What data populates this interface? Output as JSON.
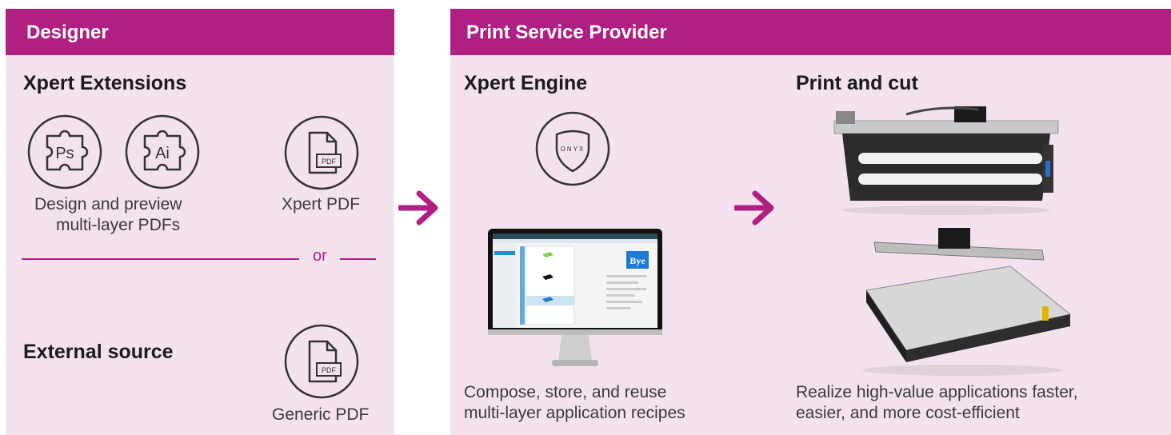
{
  "designer": {
    "header": "Designer",
    "xpert_extensions": {
      "title": "Xpert Extensions",
      "ps_icon_label": "Ps",
      "ai_icon_label": "Ai",
      "caption_line1": "Design and preview",
      "caption_line2": "multi-layer PDFs",
      "pdf_icon_label": "PDF",
      "pdf_caption": "Xpert PDF"
    },
    "divider_text": "or",
    "external_source": {
      "title": "External source",
      "pdf_icon_label": "PDF",
      "pdf_caption": "Generic PDF"
    }
  },
  "print_service_provider": {
    "header": "Print Service Provider",
    "xpert_engine": {
      "title": "Xpert Engine",
      "badge_text": "ONYX",
      "screen_thumb_text": "Bye",
      "caption_line1": "Compose, store, and reuse",
      "caption_line2": "multi-layer application recipes"
    },
    "print_and_cut": {
      "title": "Print and cut",
      "caption_line1": "Realize high-value applications faster,",
      "caption_line2": "easier, and more cost-efficient"
    }
  },
  "colors": {
    "accent": "#b01f82",
    "panel_bg": "#f4e3ee",
    "icon_stroke": "#333333"
  }
}
